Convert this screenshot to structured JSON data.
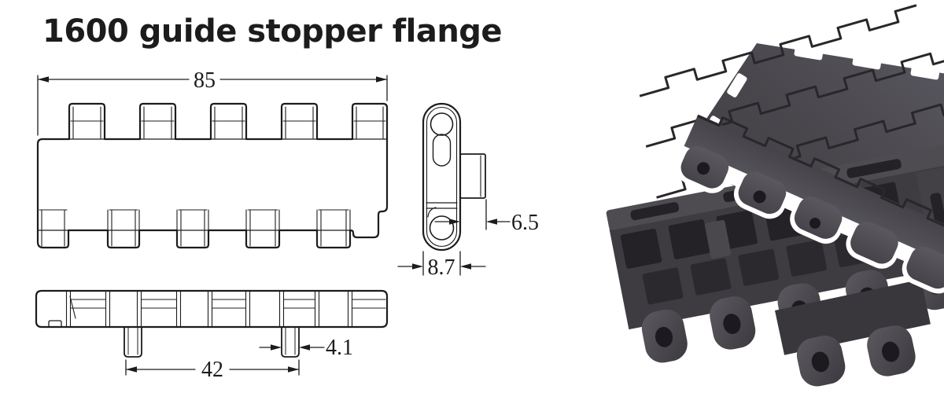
{
  "title": "1600 guide stopper flange",
  "drawing": {
    "line_color": "#1c1c1c",
    "dims": {
      "overall_width": "85",
      "tab_length": "6.5",
      "thickness": "8.7",
      "pin_spacing": "42",
      "pin_width": "4.1"
    }
  },
  "photo": {
    "subject": "gray plastic modular conveyor belt links",
    "colors": {
      "plate": "#49474c",
      "plate_light": "#5a5860",
      "groove": "#29272b",
      "gap_highlight": "#ffffff",
      "underside": "#3e3c40",
      "rail": "#4e4c50",
      "cell": "#242226",
      "knuckle": "#514f54",
      "hole": "#1c1a1e"
    }
  }
}
